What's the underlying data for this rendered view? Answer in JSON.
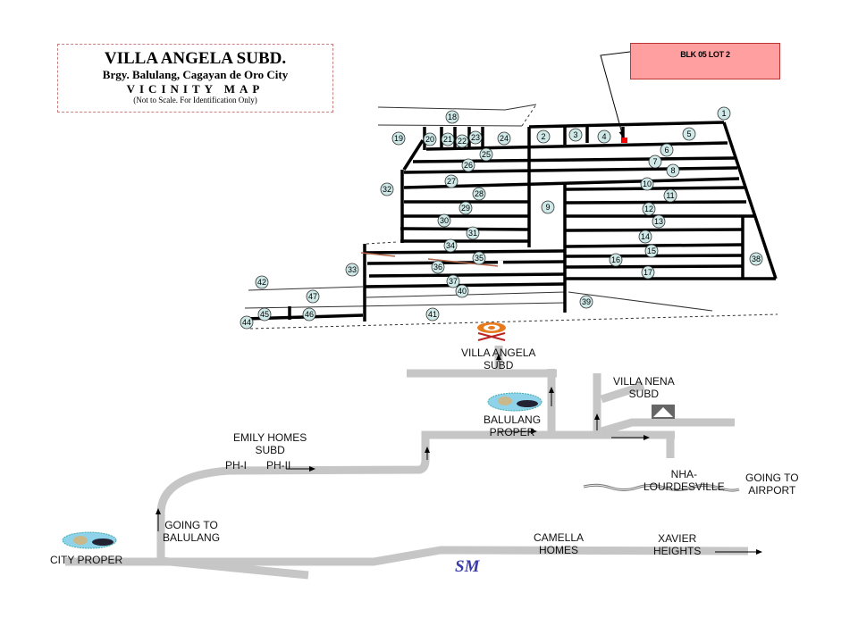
{
  "header": {
    "title": "VILLA ANGELA SUBD.",
    "location": "Brgy. Balulang, Cagayan de Oro City",
    "subtitle": "VICINITY MAP",
    "note": "(Not  to Scale. For Identification Only)"
  },
  "callout": {
    "label": "BLK 05 LOT 2",
    "color": "#ff9f9f",
    "marker_color": "#ff0000"
  },
  "lots": [
    "1",
    "2",
    "3",
    "4",
    "5",
    "6",
    "7",
    "8",
    "9",
    "10",
    "11",
    "12",
    "13",
    "14",
    "15",
    "16",
    "17",
    "18",
    "19",
    "20",
    "21",
    "22",
    "23",
    "24",
    "25",
    "26",
    "27",
    "28",
    "29",
    "30",
    "31",
    "32",
    "33",
    "34",
    "35",
    "36",
    "37",
    "38",
    "39",
    "40",
    "41",
    "42",
    "44",
    "45",
    "46",
    "47"
  ],
  "places": {
    "villa_angela": [
      "VILLA ANGELA",
      "SUBD"
    ],
    "villa_nena": [
      "VILLA NENA",
      "SUBD"
    ],
    "balulang": [
      "BALULANG",
      "PROPER"
    ],
    "emily_homes": [
      "EMILY HOMES",
      "SUBD"
    ],
    "ph1": "PH-I",
    "ph2": "PH-II",
    "going_balulang": [
      "GOING TO",
      "BALULANG"
    ],
    "city_proper": "CITY PROPER",
    "nha": [
      "NHA-",
      "LOURDESVILLE"
    ],
    "airport": [
      "GOING TO",
      "AIRPORT"
    ],
    "camella": [
      "CAMELLA",
      "HOMES"
    ],
    "xavier": [
      "XAVIER",
      "HEIGHTS"
    ],
    "sm_logo": "SM"
  },
  "colors": {
    "road": "#c6c6c6",
    "lot_fill": "#cfe8e8",
    "street": "#000000"
  }
}
